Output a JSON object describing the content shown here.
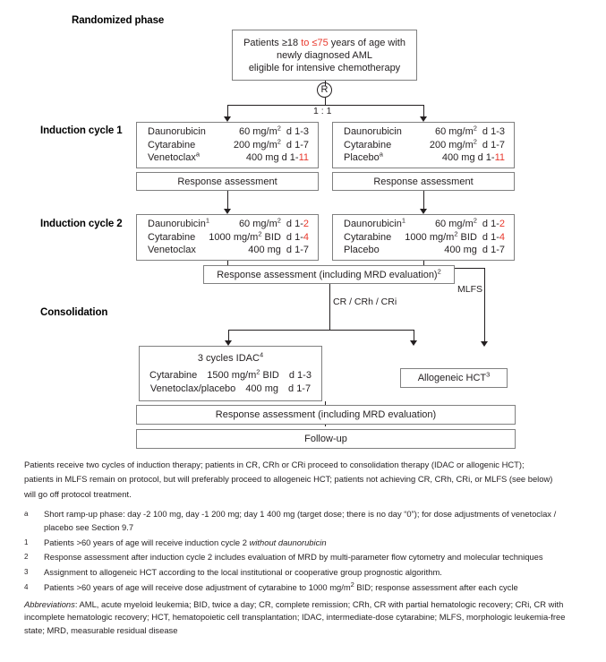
{
  "phases": {
    "randomized": "Randomized phase",
    "induction1": "Induction cycle 1",
    "induction2": "Induction cycle 2",
    "consolidation": "Consolidation"
  },
  "eligibility": {
    "line1_a": "Patients ≥18 ",
    "line1_red": "to ≤75",
    "line1_b": " years of age with",
    "line2": "newly diagnosed AML",
    "line3": "eligible for intensive chemotherapy"
  },
  "randomization": {
    "symbol": "R",
    "ratio": "1 : 1"
  },
  "induction1": {
    "left": {
      "rows": [
        {
          "name": "Daunorubicin",
          "sup": "",
          "dose": "60 mg/m",
          "dose_sup": "2",
          "dose_tail": "",
          "day_prefix": "d 1-3",
          "day_red": "",
          "layout": "split"
        },
        {
          "name": "Cytarabine",
          "sup": "",
          "dose": "200 mg/m",
          "dose_sup": "2",
          "dose_tail": "",
          "day_prefix": "d 1-7",
          "day_red": "",
          "layout": "split"
        },
        {
          "name": "Venetoclax",
          "sup": "a",
          "dose": "",
          "dose_sup": "",
          "dose_tail": "400 mg d 1-",
          "day_prefix": "",
          "day_red": "11",
          "layout": "right"
        }
      ]
    },
    "right": {
      "rows": [
        {
          "name": "Daunorubicin",
          "sup": "",
          "dose": "60 mg/m",
          "dose_sup": "2",
          "dose_tail": "",
          "day_prefix": "d 1-3",
          "day_red": "",
          "layout": "split"
        },
        {
          "name": "Cytarabine",
          "sup": "",
          "dose": "200 mg/m",
          "dose_sup": "2",
          "dose_tail": "",
          "day_prefix": "d 1-7",
          "day_red": "",
          "layout": "split"
        },
        {
          "name": "Placebo",
          "sup": "a",
          "dose": "",
          "dose_sup": "",
          "dose_tail": "400 mg d 1-",
          "day_prefix": "",
          "day_red": "11",
          "layout": "right"
        }
      ]
    },
    "response_left": "Response assessment",
    "response_right": "Response assessment"
  },
  "induction2": {
    "left": {
      "rows": [
        {
          "name": "Daunorubicin",
          "sup": "1",
          "dose": "60 mg/m",
          "dose_sup": "2",
          "dose_tail": "",
          "day_prefix": "d 1-",
          "day_red": "2",
          "layout": "split"
        },
        {
          "name": "Cytarabine",
          "sup": "",
          "dose": "1000 mg/m",
          "dose_sup": "2",
          "dose_tail": " BID",
          "day_prefix": "d 1-",
          "day_red": "4",
          "layout": "split"
        },
        {
          "name": "Venetoclax",
          "sup": "",
          "dose": "400 mg",
          "dose_sup": "",
          "dose_tail": "",
          "day_prefix": "d 1-7",
          "day_red": "",
          "layout": "split"
        }
      ]
    },
    "right": {
      "rows": [
        {
          "name": "Daunorubicin",
          "sup": "1",
          "dose": "60 mg/m",
          "dose_sup": "2",
          "dose_tail": "",
          "day_prefix": "d 1-",
          "day_red": "2",
          "layout": "split"
        },
        {
          "name": "Cytarabine",
          "sup": "",
          "dose": "1000 mg/m",
          "dose_sup": "2",
          "dose_tail": " BID",
          "day_prefix": "d 1-",
          "day_red": "4",
          "layout": "split"
        },
        {
          "name": "Placebo",
          "sup": "",
          "dose": "400 mg",
          "dose_sup": "",
          "dose_tail": "",
          "day_prefix": "d 1-7",
          "day_red": "",
          "layout": "split"
        }
      ]
    }
  },
  "response_mrd": {
    "text": "Response assessment (including MRD evaluation)",
    "sup": "2"
  },
  "branches": {
    "cr": "CR / CRh / CRi",
    "mlfs": "MLFS"
  },
  "idac": {
    "title": "3 cycles IDAC",
    "title_sup": "4",
    "rows": [
      {
        "name": "Cytarabine",
        "dose": "1500 mg/m",
        "dose_sup": "2",
        "dose_tail": " BID",
        "day": "d 1-3"
      },
      {
        "name": "Venetoclax/placebo",
        "dose": "400 mg",
        "dose_sup": "",
        "dose_tail": "",
        "day": "d 1-7"
      }
    ]
  },
  "hct": {
    "text": "Allogeneic HCT",
    "sup": "3"
  },
  "final": {
    "response": "Response assessment (including MRD evaluation)",
    "followup": "Follow-up"
  },
  "footnotes": {
    "intro_line1": "Patients receive two cycles of induction therapy; patients in CR, CRh or CRi proceed to consolidation therapy (IDAC or allogenic HCT);",
    "intro_line2": "patients in MLFS remain on protocol, but will preferably proceed to allogeneic HCT; patients not achieving CR, CRh, CRi, or MLFS (see below)",
    "intro_line3": "will go off protocol treatment.",
    "items": [
      {
        "mark": "a",
        "text": "Short ramp-up phase: day -2 100 mg, day -1 200 mg; day 1 400 mg (target dose; there is no day “0”); for dose adjustments of venetoclax / placebo see Section 9.7"
      },
      {
        "mark": "1",
        "text_plain": "Patients >60 years of age will receive induction cycle 2 ",
        "text_italic": "without daunorubicin"
      },
      {
        "mark": "2",
        "text": "Response assessment after induction cycle 2 includes evaluation of MRD by multi-parameter flow cytometry and molecular techniques"
      },
      {
        "mark": "3",
        "text": "Assignment to allogeneic HCT according to the local institutional or cooperative group prognostic algorithm."
      },
      {
        "mark": "4",
        "text_pre": "Patients >60 years of age will receive dose adjustment of cytarabine to 1000 mg/m",
        "text_sup": "2",
        "text_post": " BID; response assessment after each cycle"
      }
    ],
    "abbrev_title": "Abbreviations",
    "abbrev_text": ": AML, acute myeloid leukemia; BID, twice a day; CR, complete remission; CRh, CR with partial hematologic recovery; CRi, CR with incomplete hematologic recovery; HCT, hematopoietic cell transplantation; IDAC, intermediate-dose cytarabine; MLFS, morphologic leukemia-free state; MRD, measurable residual disease"
  },
  "colors": {
    "red_accent": "#e8382c",
    "box_border": "#808080",
    "text": "#231f20"
  }
}
